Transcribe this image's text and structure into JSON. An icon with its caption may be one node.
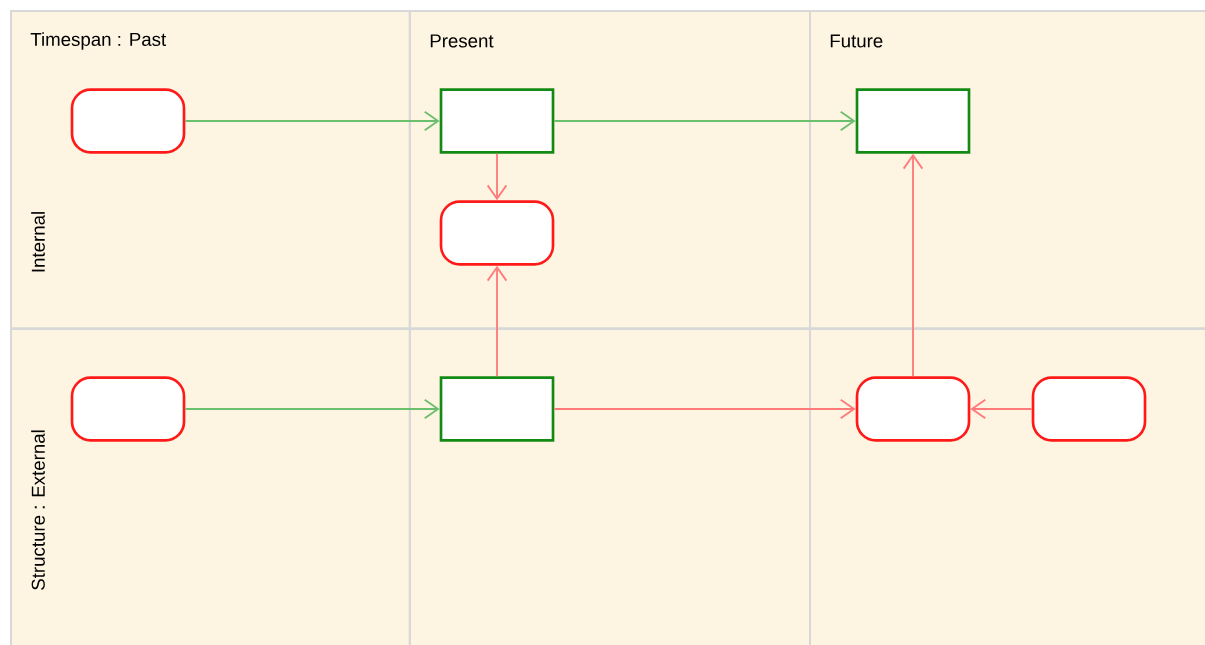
{
  "diagram": {
    "nodes": [
      {
        "text": [
          "Timespan : Past",
          "Internal"
        ]
      },
      {
        "text": [
          "Present"
        ]
      },
      {
        "text": [
          "Future"
        ]
      },
      {
        "text": [
          "Structure : External"
        ]
      },
      {
        "text": [],
        "shape": "box"
      },
      {
        "text": [],
        "shape": "box"
      },
      {
        "text": [],
        "shape": "rounded",
        "in": 0
      },
      {
        "text": [],
        "shape": "box",
        "in": 1
      },
      {
        "text": [],
        "shape": "rounded",
        "in": 1
      },
      {
        "text": [],
        "shape": "box",
        "in": 2
      },
      {
        "text": [],
        "shape": "rounded",
        "in": 3
      },
      {
        "text": [],
        "shape": "box",
        "in": 4
      },
      {
        "text": [],
        "shape": "rounded",
        "in": 5
      },
      {
        "text": [],
        "shape": "rounded",
        "in": 5
      }
    ],
    "edges": [
      {
        "from": 6,
        "to": 7,
        "arrow": "to",
        "color": "#6cbf6c"
      },
      {
        "from": 7,
        "to": 9,
        "arrow": "to",
        "color": "#6cbf6c"
      },
      {
        "from": 7,
        "to": 8,
        "arrow": "to"
      },
      {
        "from": 11,
        "to": 8,
        "arrow": "to"
      },
      {
        "from": 12,
        "to": 9,
        "arrow": "to"
      },
      {
        "from": 10,
        "to": 11,
        "arrow": "to",
        "color": "#6cbf6c"
      },
      {
        "from": 11,
        "to": 12,
        "arrow": "to"
      },
      {
        "from": 13,
        "to": 12,
        "arrow": "to"
      }
    ]
  }
}
